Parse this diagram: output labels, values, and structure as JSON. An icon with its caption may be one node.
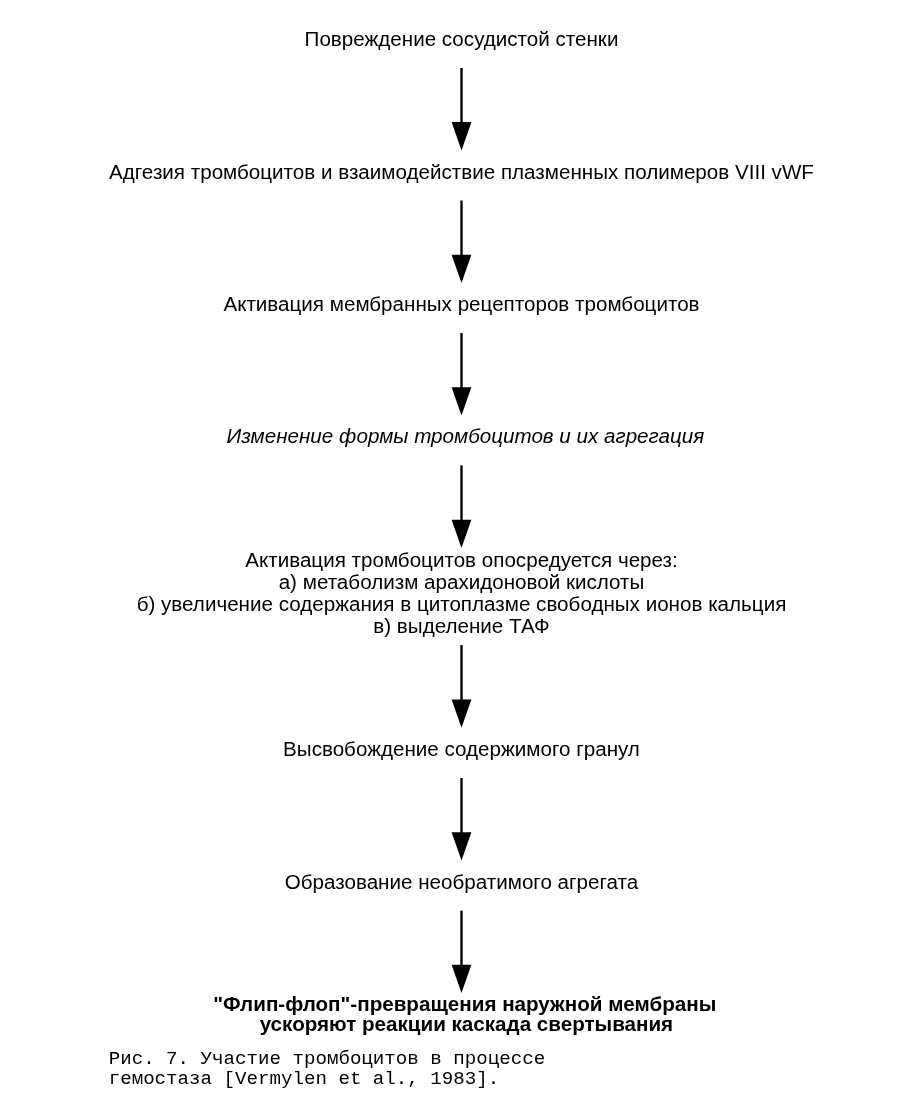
{
  "diagram": {
    "caption": "Рис. 7. Участие тромбоцитов в процессе гемостаза [Vermylen et al., 1983].",
    "nodes": [
      {
        "text": [
          "Повреждение сосудистой стенки"
        ]
      },
      {
        "text": [
          "Адгезия тромбоцитов и взаимодействие плазменных полимеров VIII vWF"
        ]
      },
      {
        "text": [
          "Активация мембранных рецепторов тромбоцитов"
        ]
      },
      {
        "text": [
          "Изменение формы тромбоцитов и их агрегация"
        ]
      },
      {
        "text": [
          "Активация тромбоцитов опосредуется через:",
          "а) метаболизм арахидоновой кислоты",
          "б) увеличение содержания в цитоплазме свободных ионов кальция",
          "в) выделение ТАФ"
        ]
      },
      {
        "text": [
          "Высвобождение содержимого гранул"
        ]
      },
      {
        "text": [
          "Образование необратимого агрегата"
        ]
      },
      {
        "text": [
          "\"Флип-флоп\"-превращения наружной мембраны ускоряют реакции каскада свертывания"
        ]
      }
    ],
    "edges": [
      {
        "from": 0,
        "to": 1,
        "arrow": "to"
      },
      {
        "from": 1,
        "to": 2,
        "arrow": "to"
      },
      {
        "from": 2,
        "to": 3,
        "arrow": "to"
      },
      {
        "from": 3,
        "to": 4,
        "arrow": "to"
      },
      {
        "from": 4,
        "to": 5,
        "arrow": "to"
      },
      {
        "from": 5,
        "to": 6,
        "arrow": "to"
      },
      {
        "from": 6,
        "to": 7,
        "arrow": "to"
      }
    ]
  }
}
